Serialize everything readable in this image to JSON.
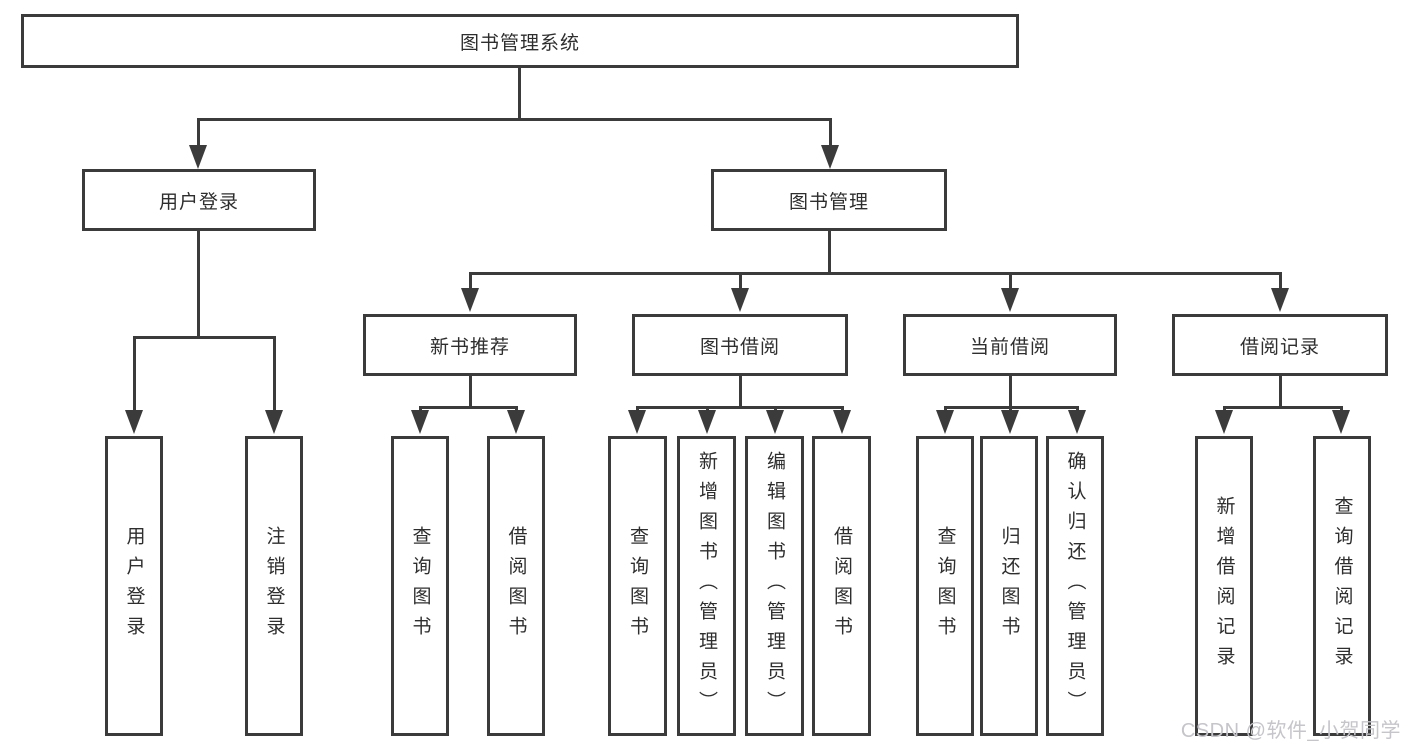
{
  "diagram": {
    "root": {
      "label": "图书管理系统"
    },
    "branches": [
      {
        "label": "用户登录",
        "children": [
          {
            "label": "用户登录"
          },
          {
            "label": "注销登录"
          }
        ]
      },
      {
        "label": "图书管理",
        "children": [
          {
            "label": "新书推荐",
            "children": [
              {
                "label": "查询图书"
              },
              {
                "label": "借阅图书"
              }
            ]
          },
          {
            "label": "图书借阅",
            "children": [
              {
                "label": "查询图书"
              },
              {
                "label": "新增图书（管理员）"
              },
              {
                "label": "编辑图书（管理员）"
              },
              {
                "label": "借阅图书"
              }
            ]
          },
          {
            "label": "当前借阅",
            "children": [
              {
                "label": "查询图书"
              },
              {
                "label": "归还图书"
              },
              {
                "label": "确认归还（管理员）"
              }
            ]
          },
          {
            "label": "借阅记录",
            "children": [
              {
                "label": "新增借阅记录"
              },
              {
                "label": "查询借阅记录"
              }
            ]
          }
        ]
      }
    ],
    "watermark": "CSDN @软件_小贺同学",
    "colors": {
      "line": "#3b3b3b",
      "text": "#2e2e2e",
      "watermark": "#c5c5ca",
      "background": "#ffffff"
    }
  }
}
